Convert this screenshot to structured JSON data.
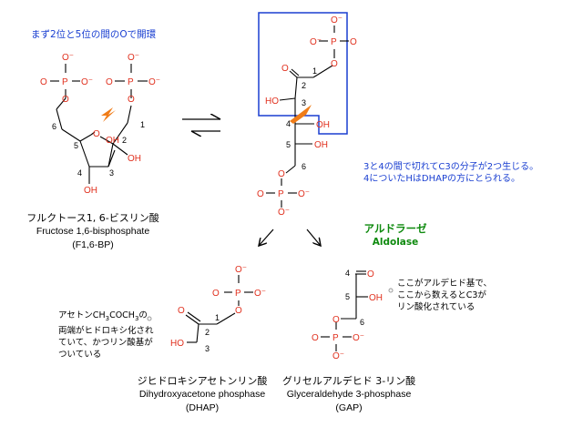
{
  "annotations": {
    "ring_open_note": "まず2位と5位の間のOで開環",
    "cleavage_note_line1": "3と4の間で切れてC3の分子が2つ生じる。",
    "cleavage_note_line2": "4についたHはDHAPの方にとられる。",
    "acetone_note_line1": "アセトンCH",
    "acetone_note_sub1": "3",
    "acetone_note_mid": "COCH",
    "acetone_note_sub2": "3",
    "acetone_note_end": "の",
    "acetone_note_line2": "両端がヒドロキシ化され",
    "acetone_note_line3": "ていて、かつリン酸基が",
    "acetone_note_line4": "ついている",
    "gap_note_line1": "ここがアルデヒド基で、",
    "gap_note_line2": "ここから数えるとC3が",
    "gap_note_line3": "リン酸化されている"
  },
  "enzyme": {
    "name_jp": "アルドラーゼ",
    "name_en": "Aldolase"
  },
  "fructose": {
    "name_jp": "フルクトース1, 6-ビスリン酸",
    "name_en": "Fructose 1,6-bisphosphate",
    "abbr": "(F1,6-BP)"
  },
  "dhap": {
    "name_jp": "ジヒドロキシアセトンリン酸",
    "name_en": "Dihydroxyacetone phosphase",
    "abbr": "(DHAP)"
  },
  "gap": {
    "name_jp": "グリセルアルデヒド 3-リン酸",
    "name_en": "Glyceraldehyde 3-phosphase",
    "abbr": "(GAP)"
  },
  "atoms": {
    "O": "O",
    "P": "P",
    "O_minus": "O⁻",
    "OH": "OH",
    "HO": "HO"
  },
  "carbon_numbers": [
    "1",
    "2",
    "3",
    "4",
    "5",
    "6"
  ],
  "colors": {
    "atom": "#e0301e",
    "bond": "#000000",
    "box": "#1a3fd1",
    "enzyme": "#0e8a0e",
    "cleavage": "#f07c18"
  }
}
